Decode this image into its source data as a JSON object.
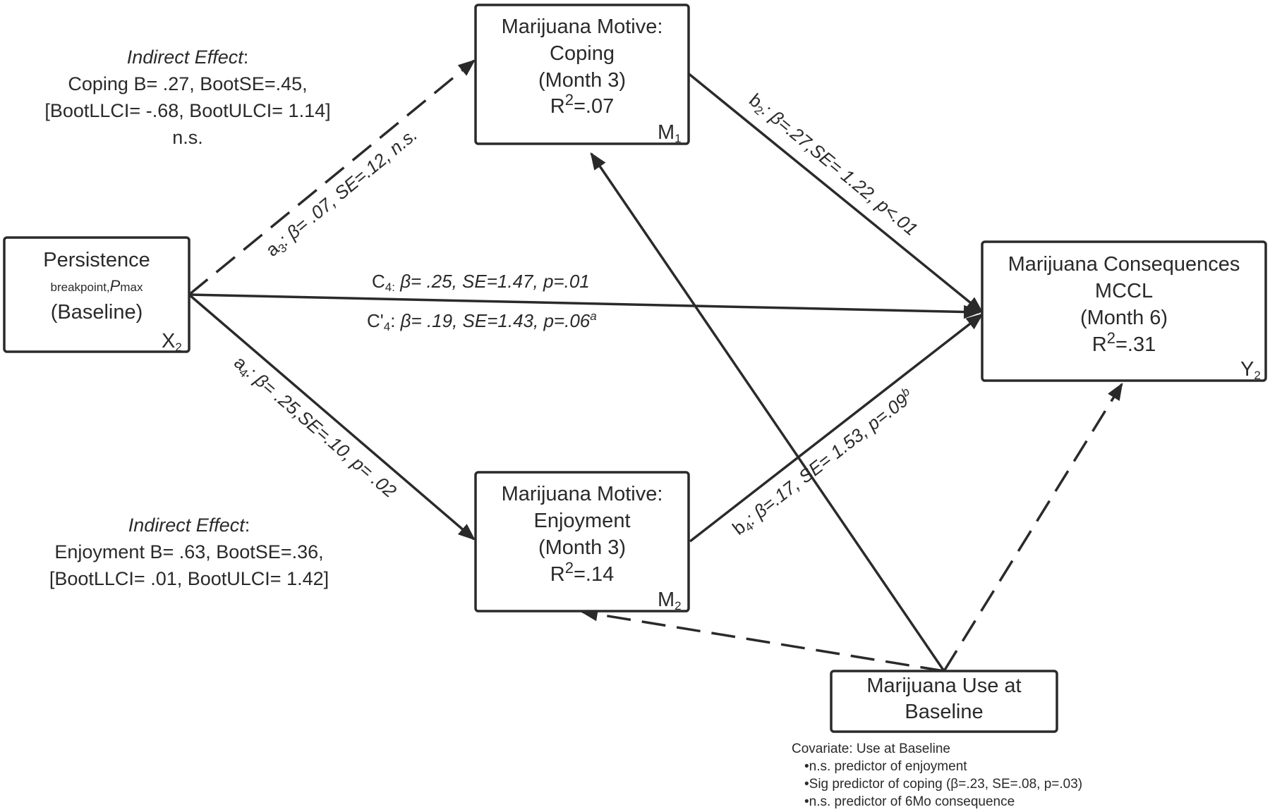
{
  "nodes": {
    "x2": {
      "title": "Persistence",
      "subtitle_main": "breakpoint,",
      "subtitle_italic": "P",
      "subtitle_tail": "max",
      "time": "(Baseline)",
      "tag": "X",
      "tag_sub": "2"
    },
    "m1": {
      "line1": "Marijuana Motive:",
      "line2": "Coping",
      "line3": "(Month 3)",
      "r2_prefix": "R",
      "r2_sup": "2",
      "r2_value": "=.07",
      "tag": "M",
      "tag_sub": "1"
    },
    "m2": {
      "line1": "Marijuana Motive:",
      "line2": "Enjoyment",
      "line3": "(Month 3)",
      "r2_prefix": "R",
      "r2_sup": "2",
      "r2_value": "=.14",
      "tag": "M",
      "tag_sub": "2"
    },
    "y2": {
      "line1": "Marijuana Consequences",
      "line2": "MCCL",
      "line3": "(Month 6)",
      "r2_prefix": "R",
      "r2_sup": "2",
      "r2_value": "=.31",
      "tag": "Y",
      "tag_sub": "2"
    },
    "cov": {
      "line1": "Marijuana Use at",
      "line2": "Baseline"
    }
  },
  "paths": {
    "a3": {
      "letter": "a",
      "sub": "3",
      "text": ": β= .07, SE=.12, n.s."
    },
    "a4": {
      "letter": "a",
      "sub": "4",
      "text": ": β= .25,SE=.10, p= .02"
    },
    "b2": {
      "letter": "b",
      "sub": "2",
      "text": ": β=.27,SE= 1.22, p<.01"
    },
    "b4": {
      "letter": "b",
      "sub": "4",
      "text": ": β=.17, SE= 1.53, p=.09",
      "sup": "b"
    },
    "c4": {
      "letter": "C",
      "sub": "4:",
      "text": " β= .25, SE=1.47, p=.01"
    },
    "c4p": {
      "letter": "C'",
      "sub": "4",
      "colon": ":",
      "text": " β= .19, SE=1.43, p=.06",
      "sup": "a"
    }
  },
  "indirect_coping": {
    "heading": "Indirect Effect",
    "colon": ":",
    "line1": "Coping B= .27, BootSE=.45,",
    "line2": "[BootLLCI= -.68, BootULCI= 1.14]",
    "line3": "n.s."
  },
  "indirect_enjoyment": {
    "heading": "Indirect Effect",
    "colon": ":",
    "line1": "Enjoyment B= .63, BootSE=.36,",
    "line2": "[BootLLCI= .01, BootULCI= 1.42]"
  },
  "covariate_note": {
    "heading": "Covariate: Use at Baseline",
    "items": [
      "•n.s. predictor of enjoyment",
      "•Sig predictor of coping (β=.23, SE=.08, p=.03)",
      "•n.s. predictor of 6Mo consequence"
    ]
  },
  "colors": {
    "line": "#2a2a2a",
    "text": "#2a2a2a",
    "background": "#ffffff"
  }
}
